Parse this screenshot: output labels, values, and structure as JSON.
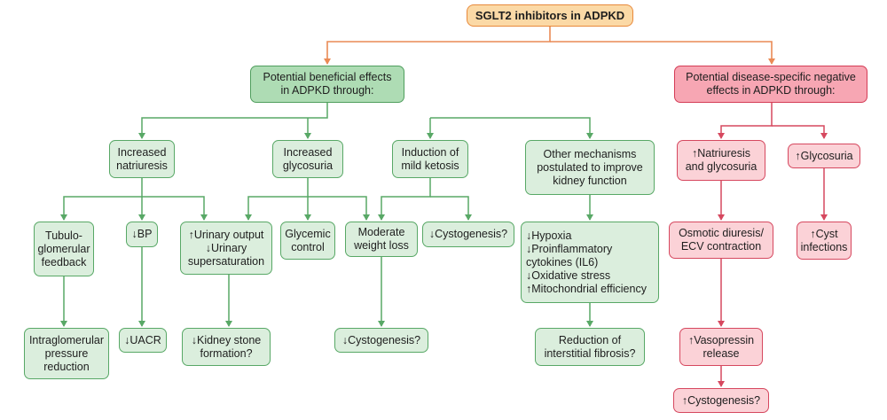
{
  "diagram": {
    "title": "SGLT2 inhibitors in ADPKD",
    "colors": {
      "root_fill": "#fbd9a6",
      "root_border": "#e8893a",
      "green_fill": "#dbeedd",
      "green_head_fill": "#aedcb4",
      "green_border": "#58a866",
      "pink_fill": "#fbd2d7",
      "pink_head_fill": "#f7a6b3",
      "pink_border": "#d6485f",
      "orange_line": "#ea8a55"
    },
    "beneficial": {
      "heading": "Potential beneficial effects\nin ADPKD through:",
      "natriuresis": "Increased\nnatriuresis",
      "glycosuria": "Increased\nglycosuria",
      "ketosis": "Induction of\nmild ketosis",
      "other": "Other mechanisms\npostulated to improve\nkidney function",
      "tubulo": "Tubulo-\nglomerular\nfeedback",
      "bp": "↓BP",
      "urinary": "↑Urinary output\n↓Urinary\nsupersaturation",
      "glycemic": "Glycemic\ncontrol",
      "weight": "Moderate\nweight loss",
      "cysto_ketosis": "↓Cystogenesis?",
      "hypoxia": "↓Hypoxia\n↓Proinflammatory\ncytokines (IL6)\n↓Oxidative stress\n↑Mitochondrial efficiency",
      "intraglomerular": "Intraglomerular\npressure\nreduction",
      "uacr": "↓UACR",
      "kidney_stone": "↓Kidney stone\nformation?",
      "cysto_weight": "↓Cystogenesis?",
      "fibrosis": "Reduction of\ninterstitial fibrosis?"
    },
    "negative": {
      "heading": "Potential disease-specific negative\neffects in ADPKD through:",
      "natri_glyco": "↑Natriuresis\nand glycosuria",
      "glycosuria": "↑Glycosuria",
      "osmotic": "Osmotic diuresis/\nECV contraction",
      "cyst_infections": "↑Cyst\ninfections",
      "vasopressin": "↑Vasopressin\nrelease",
      "cystogenesis": "↑Cystogenesis?"
    }
  }
}
